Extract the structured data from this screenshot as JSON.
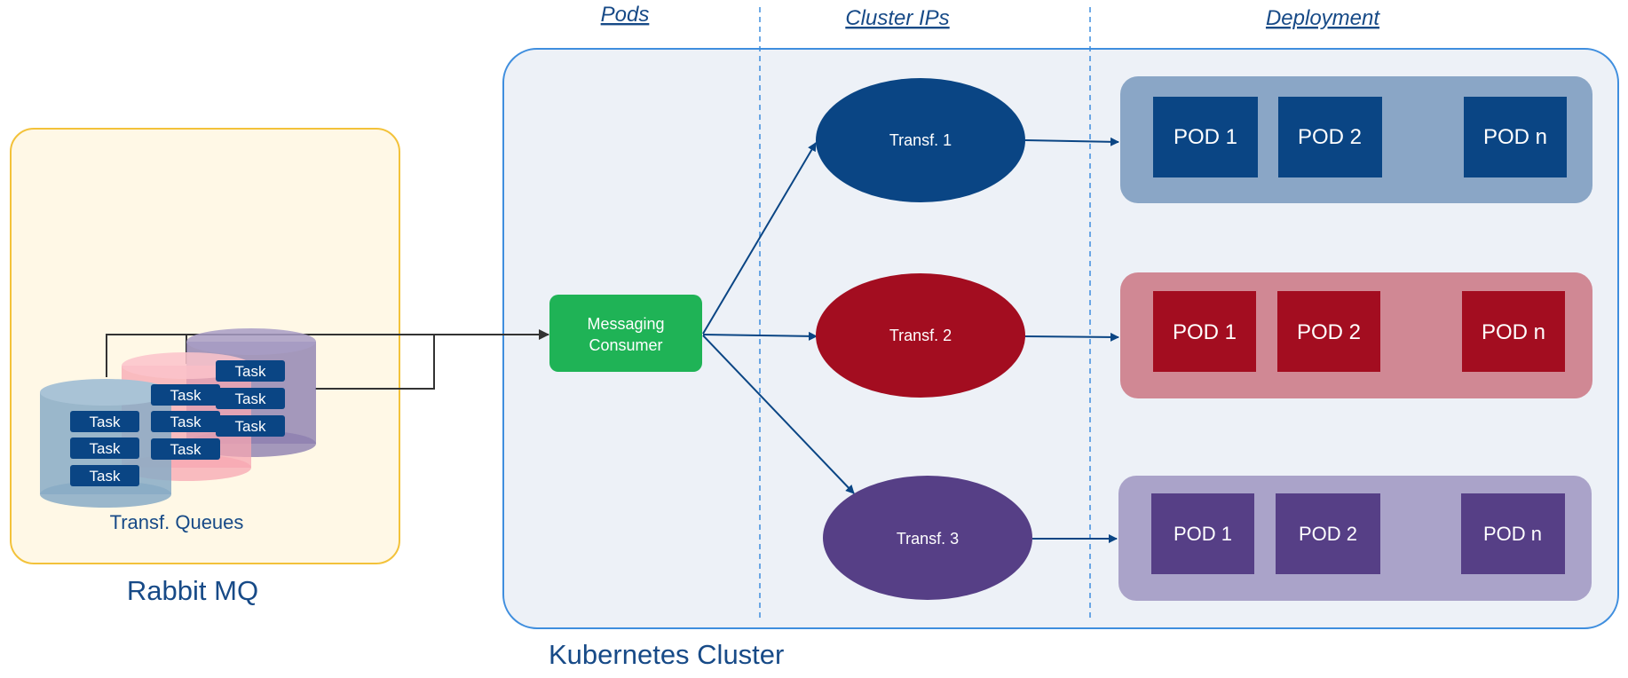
{
  "headers": {
    "pods": "Pods",
    "cluster_ips": "Cluster IPs",
    "deployment": "Deployment"
  },
  "rabbit": {
    "title": "Rabbit MQ",
    "queues_label": "Transf. Queues",
    "task_label": "Task"
  },
  "cluster": {
    "title": "Kubernetes Cluster",
    "consumer_line1": "Messaging",
    "consumer_line2": "Consumer"
  },
  "transforms": [
    {
      "label": "Transf. 1",
      "color": "#0a4584"
    },
    {
      "label": "Transf. 2",
      "color": "#a30d20"
    },
    {
      "label": "Transf. 3",
      "color": "#563f86"
    }
  ],
  "deployments": [
    {
      "bg": "#8aa6c6",
      "pod_color": "#0a4584",
      "pods": [
        "POD 1",
        "POD 2",
        "POD n"
      ]
    },
    {
      "bg": "#d08894",
      "pod_color": "#a30d20",
      "pods": [
        "POD 1",
        "POD 2",
        "POD n"
      ]
    },
    {
      "bg": "#aaa3c9",
      "pod_color": "#563f86",
      "pods": [
        "POD 1",
        "POD 2",
        "POD n"
      ]
    }
  ],
  "colors": {
    "rabbit_bg": "#fff8e6",
    "rabbit_border": "#f3c23a",
    "cluster_bg": "#edf1f7",
    "cluster_border": "#3f8ede",
    "consumer": "#1fb356",
    "text_blue": "#174a87"
  }
}
